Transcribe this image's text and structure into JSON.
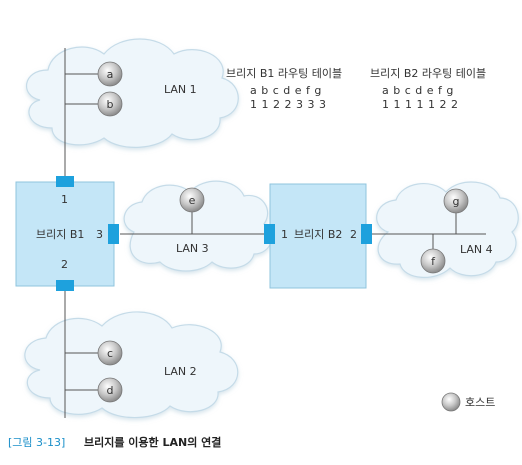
{
  "tables": {
    "b1": {
      "title": "브리지 B1 라우팅 테이블",
      "letters": "a b c d e f g",
      "ports": "1 1 2 2 3 3 3"
    },
    "b2": {
      "title": "브리지 B2 라우팅 테이블",
      "letters": "a b c d e f g",
      "ports": "1 1 1 1 1 2 2"
    }
  },
  "lans": {
    "lan1": "LAN 1",
    "lan2": "LAN 2",
    "lan3": "LAN 3",
    "lan4": "LAN 4"
  },
  "hosts": {
    "a": "a",
    "b": "b",
    "c": "c",
    "d": "d",
    "e": "e",
    "f": "f",
    "g": "g"
  },
  "bridges": {
    "b1": {
      "label": "브리지 B1",
      "port1": "1",
      "port2": "2",
      "port3": "3"
    },
    "b2": {
      "label": "브리지 B2",
      "port1": "1",
      "port2": "2"
    }
  },
  "legend": {
    "host": "호스트"
  },
  "caption": {
    "number": "[그림 3-13]",
    "text": "브리지를 이용한 LAN의 연결"
  },
  "colors": {
    "cloud_fill": "#eef6fb",
    "cloud_stroke": "#c5dbe8",
    "bridge_fill": "#c4e6f7",
    "port_fill": "#1ea1dd",
    "caption_accent": "#1a8fc9"
  }
}
